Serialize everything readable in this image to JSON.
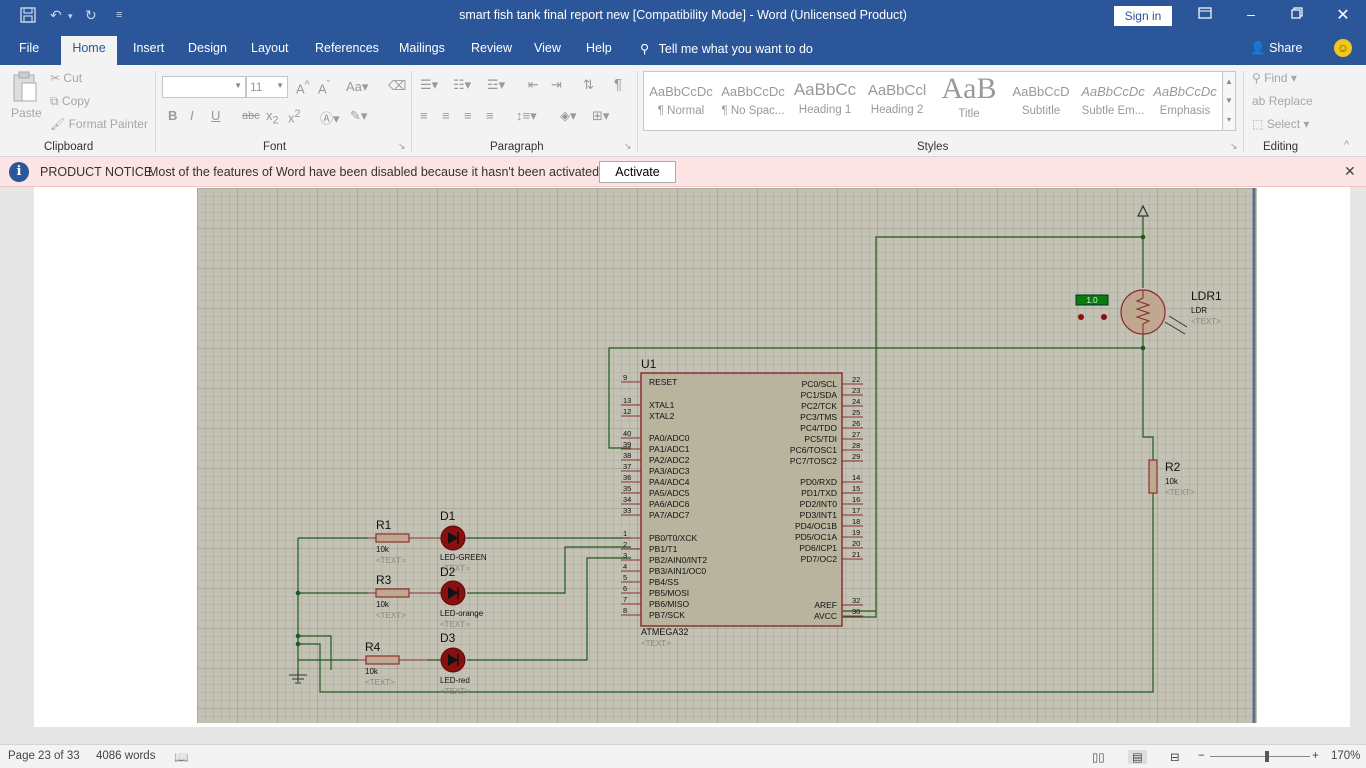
{
  "window": {
    "title": "smart fish tank final report new [Compatibility Mode]  -  Word (Unlicensed Product)",
    "sign_in": "Sign in"
  },
  "quick_access": {
    "save_icon": "save-icon",
    "undo_icon": "undo-icon",
    "redo_icon": "redo-icon",
    "customize_icon": "chevron-down-icon"
  },
  "tabs": [
    "File",
    "Home",
    "Insert",
    "Design",
    "Layout",
    "References",
    "Mailings",
    "Review",
    "View",
    "Help"
  ],
  "tell_me": "Tell me what you want to do",
  "share": "Share",
  "ribbon": {
    "clipboard": {
      "label": "Clipboard",
      "paste": "Paste",
      "cut": "Cut",
      "copy": "Copy",
      "format_painter": "Format Painter"
    },
    "font": {
      "label": "Font",
      "font_name": "",
      "font_size": "11"
    },
    "paragraph": {
      "label": "Paragraph"
    },
    "styles": {
      "label": "Styles",
      "items": [
        {
          "preview": "AaBbCcDc",
          "name": "¶ Normal"
        },
        {
          "preview": "AaBbCcDc",
          "name": "¶ No Spac..."
        },
        {
          "preview": "AaBbCc",
          "name": "Heading 1"
        },
        {
          "preview": "AaBbCcl",
          "name": "Heading 2"
        },
        {
          "preview": "AaB",
          "name": "Title"
        },
        {
          "preview": "AaBbCcD",
          "name": "Subtitle"
        },
        {
          "preview": "AaBbCcDc",
          "name": "Subtle Em..."
        },
        {
          "preview": "AaBbCcDc",
          "name": "Emphasis"
        }
      ]
    },
    "editing": {
      "label": "Editing",
      "find": "Find",
      "replace": "Replace",
      "select": "Select"
    }
  },
  "notice": {
    "title": "PRODUCT NOTICE",
    "message": "Most of the features of Word have been disabled because it hasn't been activated.",
    "activate": "Activate"
  },
  "schematic": {
    "mcu": {
      "ref": "U1",
      "part": "ATMEGA32",
      "text": "<TEXT>",
      "left_pins": [
        {
          "num": "9",
          "name": "RESET"
        },
        {
          "num": "13",
          "name": "XTAL1"
        },
        {
          "num": "12",
          "name": "XTAL2"
        },
        {
          "num": "40",
          "name": "PA0/ADC0"
        },
        {
          "num": "39",
          "name": "PA1/ADC1"
        },
        {
          "num": "38",
          "name": "PA2/ADC2"
        },
        {
          "num": "37",
          "name": "PA3/ADC3"
        },
        {
          "num": "36",
          "name": "PA4/ADC4"
        },
        {
          "num": "35",
          "name": "PA5/ADC5"
        },
        {
          "num": "34",
          "name": "PA6/ADC6"
        },
        {
          "num": "33",
          "name": "PA7/ADC7"
        },
        {
          "num": "1",
          "name": "PB0/T0/XCK"
        },
        {
          "num": "2",
          "name": "PB1/T1"
        },
        {
          "num": "3",
          "name": "PB2/AIN0/INT2"
        },
        {
          "num": "4",
          "name": "PB3/AIN1/OC0"
        },
        {
          "num": "5",
          "name": "PB4/SS"
        },
        {
          "num": "6",
          "name": "PB5/MOSI"
        },
        {
          "num": "7",
          "name": "PB6/MISO"
        },
        {
          "num": "8",
          "name": "PB7/SCK"
        }
      ],
      "right_pins": [
        {
          "num": "22",
          "name": "PC0/SCL"
        },
        {
          "num": "23",
          "name": "PC1/SDA"
        },
        {
          "num": "24",
          "name": "PC2/TCK"
        },
        {
          "num": "25",
          "name": "PC3/TMS"
        },
        {
          "num": "26",
          "name": "PC4/TDO"
        },
        {
          "num": "27",
          "name": "PC5/TDI"
        },
        {
          "num": "28",
          "name": "PC6/TOSC1"
        },
        {
          "num": "29",
          "name": "PC7/TOSC2"
        },
        {
          "num": "14",
          "name": "PD0/RXD"
        },
        {
          "num": "15",
          "name": "PD1/TXD"
        },
        {
          "num": "16",
          "name": "PD2/INT0"
        },
        {
          "num": "17",
          "name": "PD3/INT1"
        },
        {
          "num": "18",
          "name": "PD4/OC1B"
        },
        {
          "num": "19",
          "name": "PD5/OC1A"
        },
        {
          "num": "20",
          "name": "PD6/ICP1"
        },
        {
          "num": "21",
          "name": "PD7/OC2"
        },
        {
          "num": "32",
          "name": "AREF"
        },
        {
          "num": "30",
          "name": "AVCC"
        }
      ]
    },
    "resistors": [
      {
        "ref": "R1",
        "value": "10k",
        "text": "<TEXT>"
      },
      {
        "ref": "R3",
        "value": "10k",
        "text": "<TEXT>"
      },
      {
        "ref": "R4",
        "value": "10k",
        "text": "<TEXT>"
      },
      {
        "ref": "R2",
        "value": "10k",
        "text": "<TEXT>"
      }
    ],
    "leds": [
      {
        "ref": "D1",
        "part": "LED-GREEN",
        "text": "<TEXT>"
      },
      {
        "ref": "D2",
        "part": "LED-orange",
        "text": "<TEXT>"
      },
      {
        "ref": "D3",
        "part": "LED-red",
        "text": "<TEXT>"
      }
    ],
    "ldr": {
      "ref": "LDR1",
      "part": "LDR",
      "text": "<TEXT>",
      "readout": "1.0"
    }
  },
  "status": {
    "page": "Page 23 of 33",
    "words": "4086 words",
    "zoom": "170%"
  }
}
